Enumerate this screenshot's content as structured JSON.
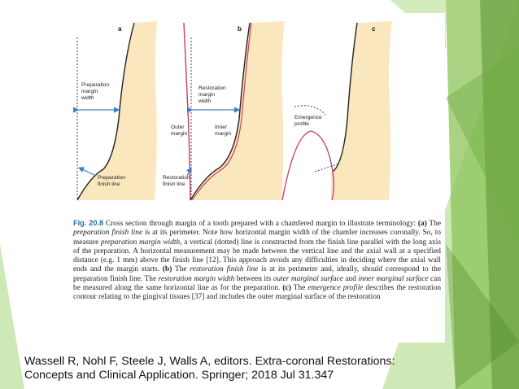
{
  "slide": {
    "colors": {
      "green_light": "#a6d57a",
      "green_mid": "#8cc45a",
      "green_dark": "#5f9a35",
      "tooth": "#fbe7bd",
      "caption_blue": "#1e6fa8",
      "arrow_blue": "#3a82c4",
      "restoration_red": "#c8405a",
      "emergence_pink": "#d0407a"
    }
  },
  "figure": {
    "panels": {
      "a": {
        "letter": "a",
        "label1_lines": [
          "Preparation",
          "margin",
          "width"
        ],
        "label2_lines": [
          "Preparation",
          "finish line"
        ]
      },
      "b": {
        "letter": "b",
        "label1_lines": [
          "Restoration",
          "margin",
          "width"
        ],
        "outer_lines": [
          "Outer",
          "margin"
        ],
        "inner_lines": [
          "Inner",
          "margin"
        ],
        "finish_lines": [
          "Restoration",
          "finish line"
        ]
      },
      "c": {
        "letter": "c",
        "label_lines": [
          "Emergence",
          "profile"
        ]
      }
    },
    "caption": {
      "fig_label": "Fig. 20.8",
      "s1": " Cross section through margin of a tooth prepared with a chamfered margin to illustrate terminology: ",
      "a_tag": "(a)",
      "s2": " The ",
      "t1": "preparation finish line",
      "s3": " is at its perimeter. Note how horizontal margin width of the chamfer increases coronally. So, to measure ",
      "t2": "preparation margin width",
      "s4": ", a vertical (dotted) line is constructed from the finish line parallel with the long axis of the preparation. A horizontal measurement may be made between the vertical line and the axial wall at a specified distance (e.g. 1 mm) above the finish line [12]. This approach avoids any difficulties in deciding where the axial wall ends and the margin starts. ",
      "b_tag": "(b)",
      "s5": " The ",
      "t3": "restoration finish line",
      "s6": " is at its perimeter and, ideally, should correspond to the preparation finish line. The ",
      "t4": "restoration margin width",
      "s7": " between its ",
      "t5": "outer marginal surface",
      "s8": " and ",
      "t6": "inner marginal surface",
      "s9": " can be measured along the same horizontal line as for the preparation. ",
      "c_tag": "(c)",
      "s10": " The ",
      "t7": "emergence profile",
      "s11": " describes the restoration contour relating to the gingival tissues [37] and includes the outer marginal surface of the restoration"
    }
  },
  "reference": {
    "line1": "Wassell R, Nohl F, Steele J, Walls A, editors. Extra-coronal Restorations:",
    "line2": "Concepts and Clinical Application. Springer; 2018 Jul 31.347"
  }
}
